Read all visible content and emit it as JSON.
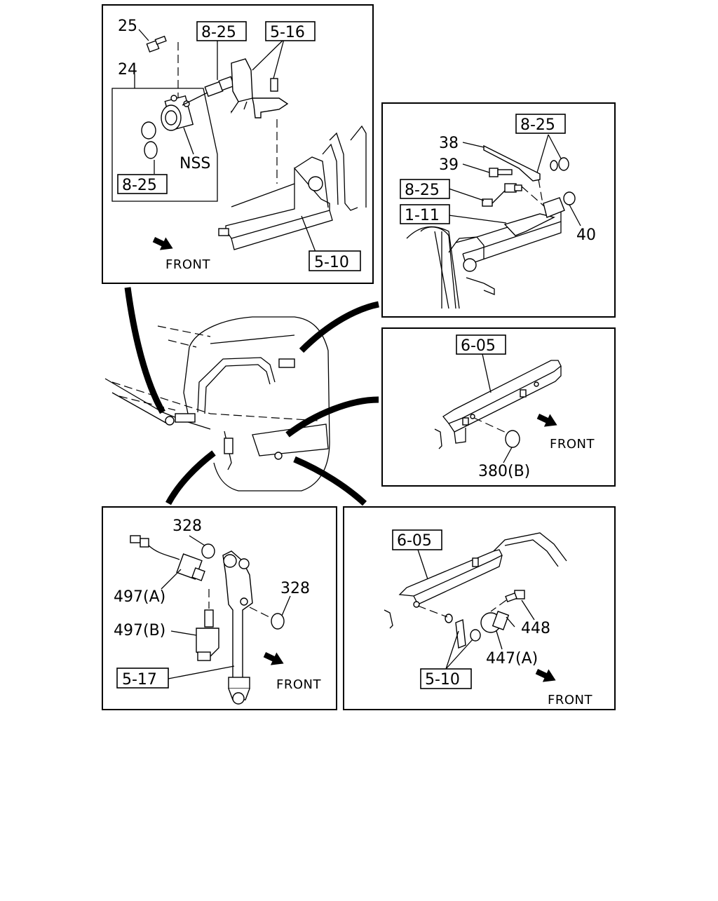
{
  "panels": {
    "top_left": {
      "labels": [
        "25",
        "24",
        "NSS"
      ],
      "ref_boxes": [
        "8-25",
        "5-16",
        "8-25",
        "5-10"
      ],
      "front": "FRONT"
    },
    "top_right": {
      "labels": [
        "38",
        "39",
        "40"
      ],
      "ref_boxes": [
        "8-25",
        "8-25",
        "1-11"
      ]
    },
    "mid_right": {
      "labels": [
        "380(B)"
      ],
      "ref_boxes": [
        "6-05"
      ],
      "front": "FRONT"
    },
    "bottom_left": {
      "labels": [
        "328",
        "328",
        "497(A)",
        "497(B)"
      ],
      "ref_boxes": [
        "5-17"
      ],
      "front": "FRONT"
    },
    "bottom_right": {
      "labels": [
        "448",
        "447(A)"
      ],
      "ref_boxes": [
        "6-05",
        "5-10"
      ],
      "front": "FRONT"
    }
  },
  "icons": {
    "front_arrow": "front-arrow-icon"
  }
}
